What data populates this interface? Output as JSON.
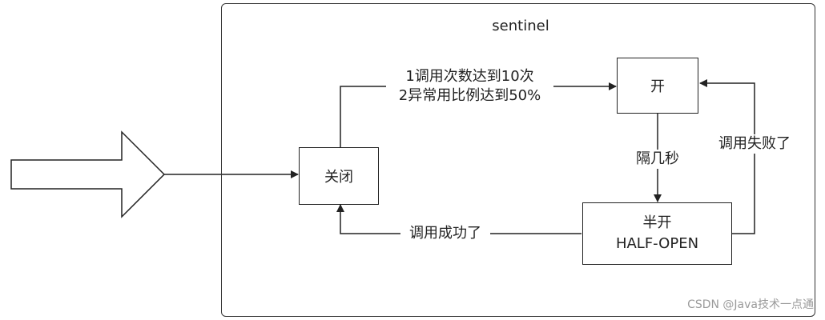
{
  "diagram": {
    "title": "sentinel",
    "nodes": {
      "closed": "关闭",
      "open": "开",
      "half_open_cn": "半开",
      "half_open_en": "HALF-OPEN"
    },
    "edges": {
      "closed_to_open_line1": "1调用次数达到10次",
      "closed_to_open_line2": "2异常用比例达到50%",
      "open_to_half": "隔几秒",
      "half_to_open": "调用失败了",
      "half_to_closed": "调用成功了"
    }
  },
  "watermark": "CSDN @Java技术一点通",
  "colors": {
    "stroke": "#222222",
    "text": "#222222",
    "watermark": "#9a9a9a"
  }
}
